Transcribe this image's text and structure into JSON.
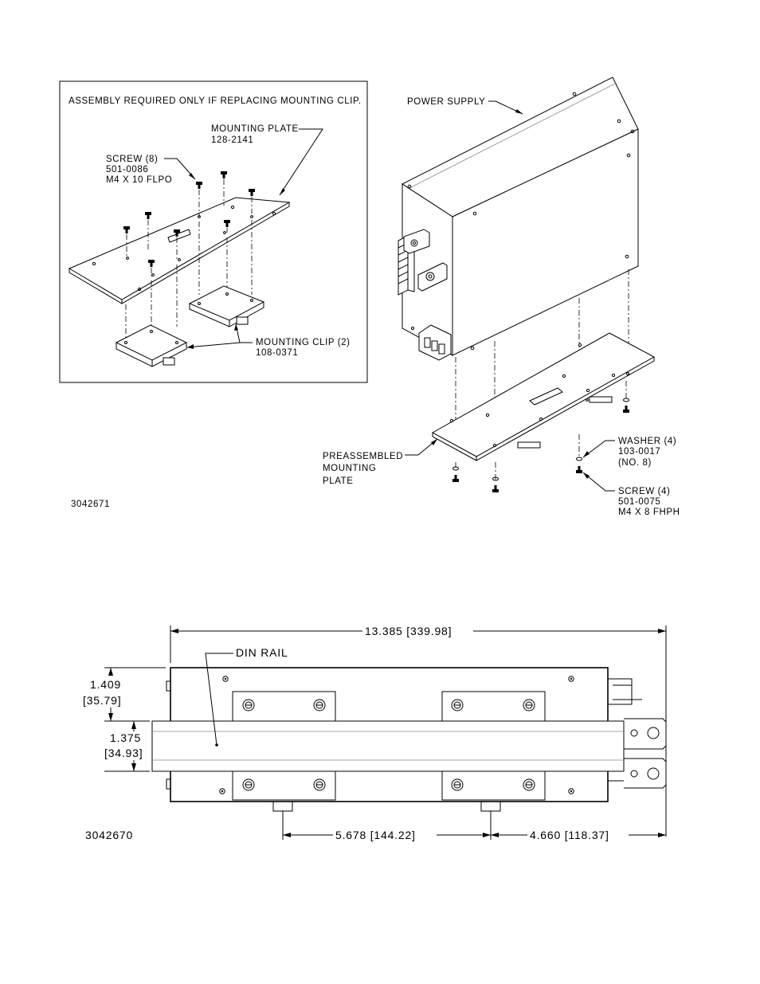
{
  "inset": {
    "note": "ASSEMBLY REQUIRED ONLY IF REPLACING MOUNTING CLIP.",
    "plate_label": "MOUNTING PLATE",
    "plate_part": "128-2141",
    "screw_label": "SCREW (8)",
    "screw_part": "501-0086",
    "screw_desc": "M4 X 10 FLPO",
    "clip_label": "MOUNTING CLIP (2)",
    "clip_part": "108-0371"
  },
  "figure1_id": "3042671",
  "assembly": {
    "power_supply": "POWER SUPPLY",
    "preassembled_1": "PREASSEMBLED",
    "preassembled_2": "MOUNTING",
    "preassembled_3": "PLATE",
    "washer_label": "WASHER (4)",
    "washer_part": "103-0017",
    "washer_desc": "(NO. 8)",
    "screw_label": "SCREW (4)",
    "screw_part": "501-0075",
    "screw_desc": "M4 X 8 FHPH"
  },
  "figure2": {
    "id": "3042670",
    "din_rail": "DIN RAIL",
    "overall_length": "13.385 [339.98]",
    "top_height_in": "1.409",
    "top_height_mm": "[35.79]",
    "rail_height_in": "1.375",
    "rail_height_mm": "[34.93]",
    "clip_spacing": "5.678 [144.22]",
    "clip_to_end": "4.660 [118.37]"
  }
}
